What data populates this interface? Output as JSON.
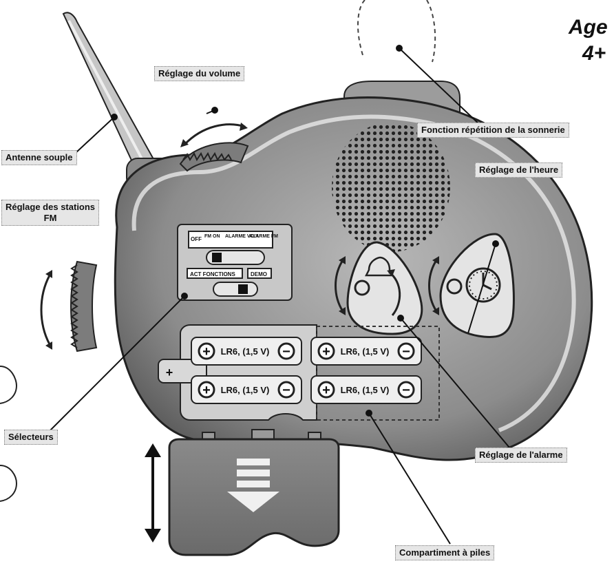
{
  "header": {
    "age_line1": "Age",
    "age_line2": "4+"
  },
  "labels": {
    "volume": "Réglage du volume",
    "snooze": "Fonction répétition de la sonnerie",
    "antenna": "Antenne souple",
    "time": "Réglage de l'heure",
    "fm_stations_line1": "Réglage des stations",
    "fm_stations_line2": "FM",
    "selectors": "Sélecteurs",
    "alarm": "Réglage de l'alarme",
    "battery_compartment": "Compartiment à piles"
  },
  "switch_panel": {
    "off": "OFF",
    "fm_on": "FM ON",
    "alarme_voix": "ALARME VOIX",
    "alarme_fm": "ALARME FM",
    "act_fonctions": "ACT FONCTIONS",
    "demo": "DEMO"
  },
  "batteries": {
    "cell_label": "LR6, (1,5 V)",
    "plus_symbol": "+",
    "minus_symbol": "−"
  },
  "colors": {
    "body": "#9a9a9a",
    "body_dark": "#5e5e5e",
    "body_light": "#d4d4d4",
    "callout_bg": "#e6e6e6",
    "outline": "#222222"
  }
}
